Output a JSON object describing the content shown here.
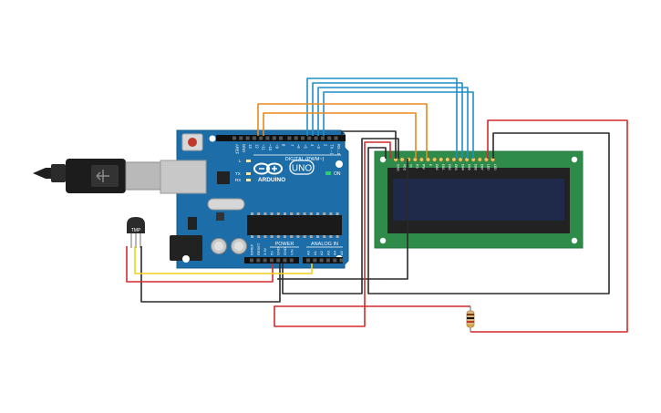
{
  "board": {
    "brand": "ARDUINO",
    "model": "UNO",
    "on_label": "ON",
    "l_label": "L",
    "tx_label": "TX",
    "rx_label": "RX",
    "digital_label": "DIGITAL (PWM~)",
    "power_label": "POWER",
    "analog_label": "ANALOG IN",
    "digital_pins": [
      "AREF",
      "GND",
      "13",
      "12",
      "~11",
      "~10",
      "~9",
      "8",
      "7",
      "~6",
      "~5",
      "4",
      "~3",
      "2",
      "TX→1",
      "RX←0"
    ],
    "power_pins": [
      "IOREF",
      "RESET",
      "3.3V",
      "5V",
      "GND",
      "GND",
      "VIN"
    ],
    "analog_pins": [
      "A0",
      "A1",
      "A2",
      "A3",
      "A4",
      "A5"
    ]
  },
  "sensor": {
    "label": "TMP"
  },
  "lcd": {
    "pins": [
      "GND",
      "VCC",
      "V0",
      "RS",
      "RW",
      "E",
      "DB0",
      "DB1",
      "DB2",
      "DB3",
      "DB4",
      "DB5",
      "DB6",
      "DB7",
      "LED",
      "LED"
    ]
  },
  "wire_colors": {
    "blue": "#1e8fc9",
    "orange": "#e8891c",
    "red": "#d42a2a",
    "black": "#2a2a2a",
    "yellow": "#f2d21a"
  }
}
